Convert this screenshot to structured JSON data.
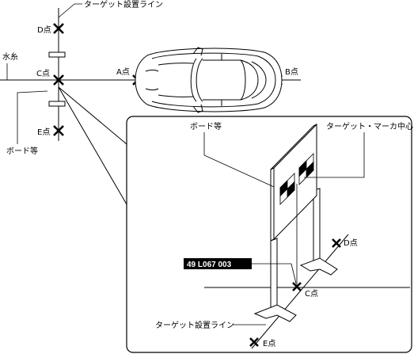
{
  "labels": {
    "target_line_top": "ターゲット設置ライン",
    "point_d": "D点",
    "thread": "水糸",
    "point_c": "C点",
    "point_a": "A点",
    "point_b": "B点",
    "point_e": "E点",
    "board_left": "ボード等",
    "board_detail": "ボード等",
    "target_marker_center": "ターゲット・マーカ中心",
    "ref_code": "49 L067 003",
    "detail_point_d": "D点",
    "detail_point_c": "C点",
    "detail_target_line": "ターゲット設置ライン",
    "detail_point_e": "E点"
  }
}
